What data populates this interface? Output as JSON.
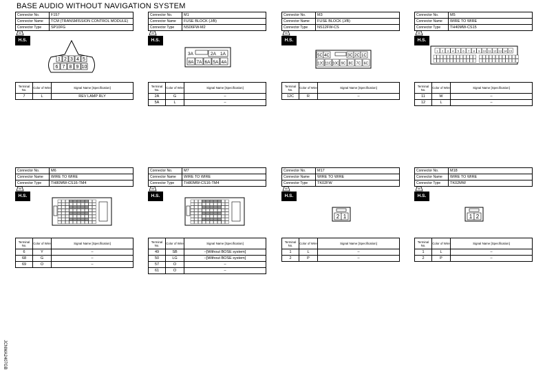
{
  "title": "BASE AUDIO WITHOUT NAVIGATION SYSTEM",
  "side_code": "JCNWA2407GB",
  "labels": {
    "connector_no": "Connector No.",
    "connector_name": "Connector Name",
    "connector_type": "Connector Type",
    "terminal_no": "Terminal No.",
    "color_of_wire": "Color of Wire",
    "signal_name": "Signal Name [Specification]",
    "hs": "H.S."
  },
  "connectors": [
    {
      "no": "F157",
      "name": "TCM (TRANSMISSION CONTROL MODULE)",
      "type": "SP10FG",
      "pins": {
        "top": [
          "1",
          "2",
          "3",
          "4",
          "5"
        ],
        "bottom": [
          "6",
          "7",
          "8",
          "9",
          "10"
        ]
      },
      "terminals": [
        {
          "t": "7",
          "c": "L",
          "s": "REV LAMP RLY"
        }
      ]
    },
    {
      "no": "M1",
      "name": "FUSE BLOCK (J/B)",
      "type": "NS06FW-M2",
      "pins": {
        "top": [
          "3A",
          "2A",
          "1A"
        ],
        "bottom": [
          "8A",
          "7A",
          "6A",
          "5A",
          "4A"
        ]
      },
      "terminals": [
        {
          "t": "2A",
          "c": "G",
          "s": "–"
        },
        {
          "t": "5A",
          "c": "L",
          "s": "–"
        }
      ]
    },
    {
      "no": "M3",
      "name": "FUSE BLOCK (J/B)",
      "type": "NS12FW-CS",
      "pins": {
        "top": [
          "5C",
          "4C",
          "3C",
          "2C",
          "1C"
        ],
        "bottom": [
          "12C",
          "11C",
          "10C",
          "9C",
          "8C",
          "7C",
          "6C"
        ]
      },
      "terminals": [
        {
          "t": "12C",
          "c": "R",
          "s": "–"
        }
      ]
    },
    {
      "no": "M5",
      "name": "WIRE TO WIRE",
      "type": "TH40MW-CS15",
      "pins": {
        "top": [
          "1",
          "2",
          "3",
          "4",
          "5",
          "6",
          "7",
          "8",
          "9",
          "10",
          "11",
          "12",
          "13",
          "14",
          "15"
        ]
      },
      "terminals": [
        {
          "t": "11",
          "c": "W",
          "s": "–"
        },
        {
          "t": "12",
          "c": "L",
          "s": "–"
        }
      ]
    },
    {
      "no": "M6",
      "name": "WIRE TO WIRE",
      "type": "TH80MW-CS16-TM4",
      "terminals": [
        {
          "t": "6",
          "c": "Y",
          "s": "–"
        },
        {
          "t": "68",
          "c": "G",
          "s": "–"
        },
        {
          "t": "69",
          "c": "O",
          "s": "–"
        }
      ]
    },
    {
      "no": "M7",
      "name": "WIRE TO WIRE",
      "type": "TH80MW-CS16-TM4",
      "terminals": [
        {
          "t": "49",
          "c": "SB",
          "s": "–[Without BOSE system]"
        },
        {
          "t": "50",
          "c": "LG",
          "s": "–[Without BOSE system]"
        },
        {
          "t": "57",
          "c": "O",
          "s": "–"
        },
        {
          "t": "61",
          "c": "O",
          "s": "–"
        }
      ]
    },
    {
      "no": "M17",
      "name": "WIRE TO WIRE",
      "type": "TK02FW",
      "pins": {
        "top": [
          "2",
          "1"
        ]
      },
      "terminals": [
        {
          "t": "1",
          "c": "L",
          "s": "–"
        },
        {
          "t": "2",
          "c": "P",
          "s": "–"
        }
      ]
    },
    {
      "no": "M18",
      "name": "WIRE TO WIRE",
      "type": "TK02MW",
      "pins": {
        "top": [
          "1",
          "2"
        ]
      },
      "terminals": [
        {
          "t": "1",
          "c": "L",
          "s": "–"
        },
        {
          "t": "2",
          "c": "P",
          "s": "–"
        }
      ]
    }
  ]
}
